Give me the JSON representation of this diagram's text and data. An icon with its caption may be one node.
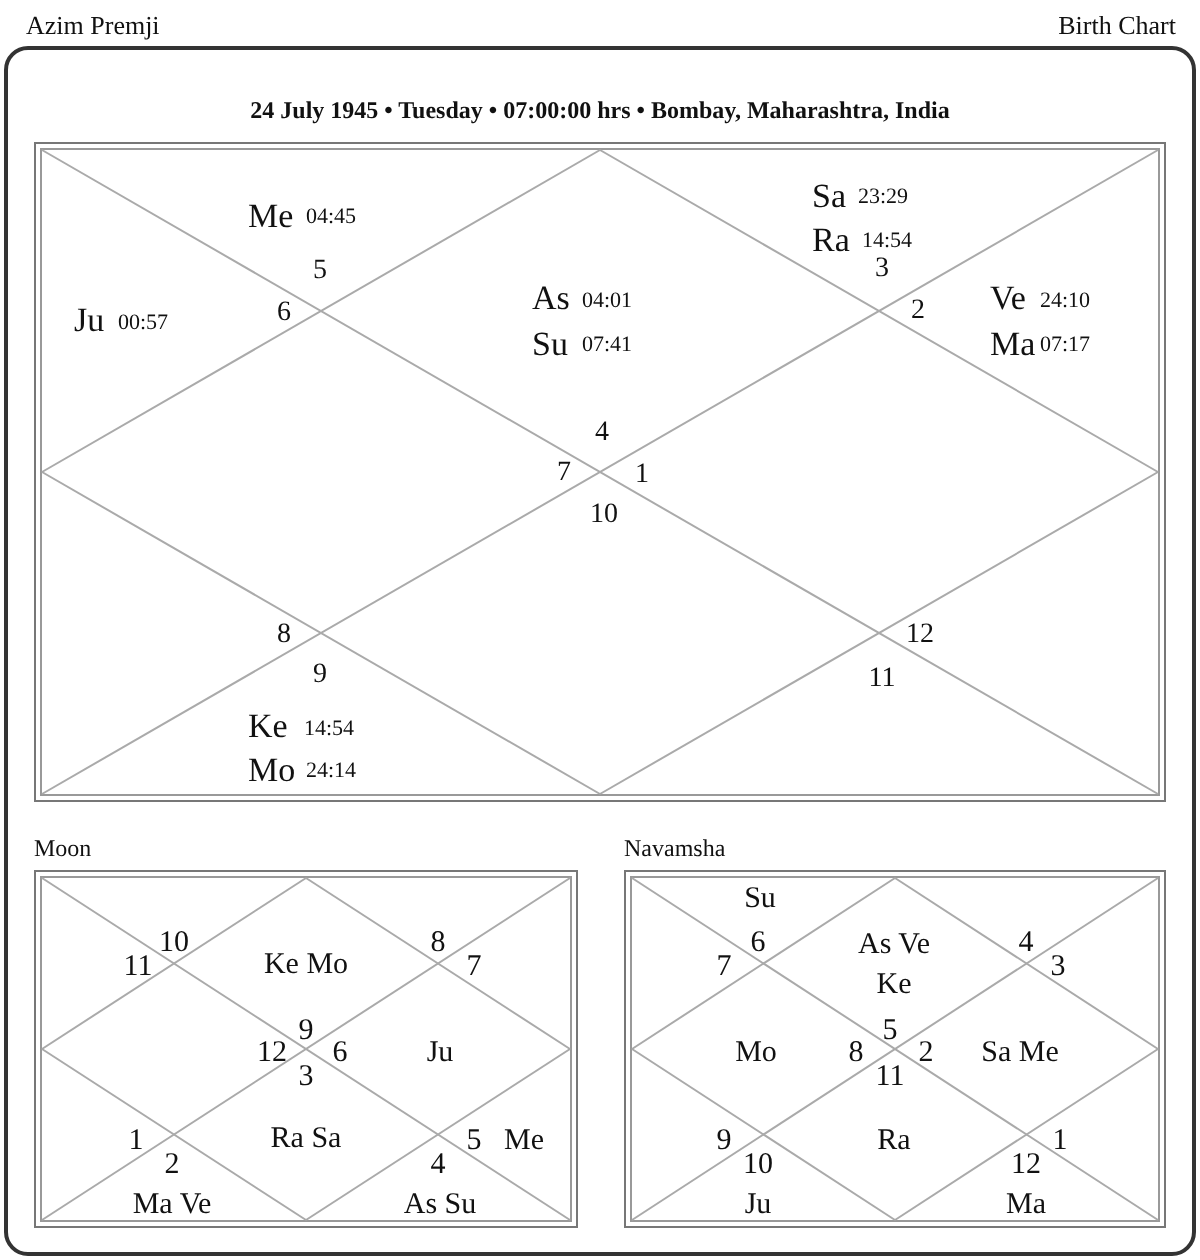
{
  "diagram": {
    "nodes": [
      {
        "text": [
          "24 July 1945 • Tuesday • 07:00:00 hrs • Bombay, Maharashtra, India"
        ]
      },
      {
        "text": [
          "Sa",
          "23:29",
          "Me",
          "04:45",
          "Ra",
          "14:54",
          "5",
          "3",
          "As",
          "04:01",
          "Ve",
          "24:10",
          "Ju",
          "00:57",
          "6",
          "2",
          "Su",
          "07:41",
          "Ma",
          "07:17",
          "4",
          "7",
          "1",
          "10",
          "8",
          "12",
          "9",
          "11",
          "Ke",
          "14:54",
          "Mo",
          "24:14"
        ],
        "in": 0
      },
      {
        "text": [
          "Moon",
          "10",
          "11",
          "Ke Mo",
          "8",
          "7",
          "9",
          "12",
          "6",
          "Ju",
          "3",
          "1",
          "Ra Sa",
          "5",
          "Me",
          "2",
          "4",
          "Ma Ve",
          "As Su"
        ],
        "in": 0
      },
      {
        "text": [
          "Navamsha",
          "Su",
          "6",
          "As Ve",
          "4",
          "7",
          "3",
          "Ke",
          "5",
          "Mo",
          "8",
          "2",
          "Sa Me",
          "11",
          "9",
          "Ra",
          "1",
          "10",
          "12",
          "Ju",
          "Ma"
        ],
        "in": 0
      }
    ],
    "labels": [
      "Azim Premji",
      "Birth Chart"
    ]
  }
}
